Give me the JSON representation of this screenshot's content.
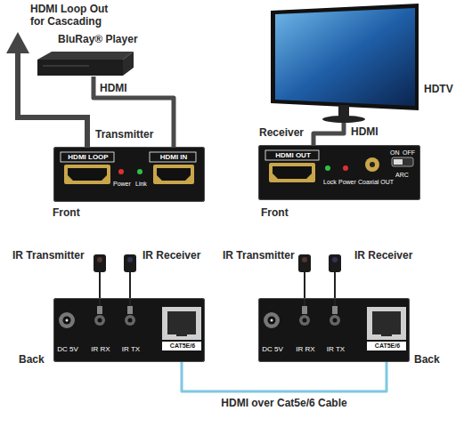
{
  "diagram": {
    "nodes": [
      {
        "text": [
          "BluRay® Player"
        ]
      },
      {
        "text": [
          "Transmitter",
          "HDMI LOOP",
          "Power",
          "Link",
          "HDMI IN",
          "Front"
        ]
      },
      {
        "text": [
          "HDTV"
        ]
      },
      {
        "text": [
          "Receiver",
          "HDMI OUT",
          "Lock",
          "Power",
          "Coaxial OUT",
          "ON",
          "OFF",
          "ARC",
          "Front"
        ]
      },
      {
        "text": [
          "DC 5V",
          "IR RX",
          "IR TX",
          "CAT5E/6",
          "Back"
        ]
      },
      {
        "text": [
          "DC 5V",
          "IR RX",
          "IR TX",
          "CAT5E/6",
          "Back"
        ]
      }
    ],
    "edges": [
      {
        "from": 0,
        "to": 1,
        "label": "HDMI",
        "arrow": "none"
      },
      {
        "from": 3,
        "to": 2,
        "label": "HDMI",
        "arrow": "none"
      },
      {
        "from": 4,
        "to": 5,
        "label": "HDMI over Cat5e/6 Cable",
        "arrow": "none"
      }
    ],
    "labels": [
      "HDMI Loop Out for Cascading",
      "IR Transmitter",
      "IR Receiver",
      "IR Transmitter",
      "IR Receiver"
    ]
  }
}
